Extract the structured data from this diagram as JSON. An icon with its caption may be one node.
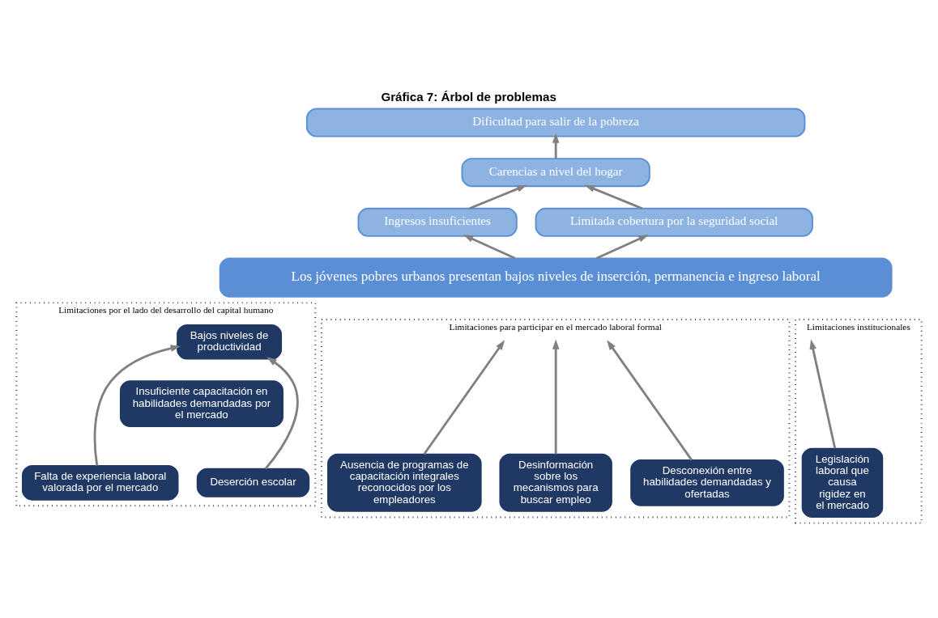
{
  "diagram": {
    "title": "Gráfica 7: Árbol de problemas",
    "nodes": [
      {
        "text": [
          "Dificultad para salir de la pobreza"
        ]
      },
      {
        "text": [
          "Carencias a nivel del hogar"
        ]
      },
      {
        "text": [
          "Ingresos insuficientes"
        ]
      },
      {
        "text": [
          "Limitada cobertura por la seguridad social"
        ]
      },
      {
        "text": [
          "Los jóvenes pobres urbanos presentan bajos niveles de inserción, permanencia e ingreso laboral"
        ]
      },
      {
        "text": [
          "Limitaciones por el lado del desarrollo del capital humano"
        ]
      },
      {
        "text": [
          "Bajos niveles de productividad"
        ],
        "in": 5
      },
      {
        "text": [
          "Insuficiente capacitación en habilidades demandadas por el mercado"
        ],
        "in": 5
      },
      {
        "text": [
          "Deserción escolar"
        ],
        "in": 5
      },
      {
        "text": [
          "Falta de experiencia laboral valorada por el mercado"
        ],
        "in": 5
      },
      {
        "text": [
          "Limitaciones para participar en el mercado laboral formal"
        ]
      },
      {
        "text": [
          "Desconexión entre habilidades demandadas y ofertadas"
        ],
        "in": 10
      },
      {
        "text": [
          "Desinformación sobre los mecanismos para buscar empleo"
        ],
        "in": 10
      },
      {
        "text": [
          "Ausencia de programas de capacitación integrales reconocidos por los empleadores"
        ],
        "in": 10
      },
      {
        "text": [
          "Limitaciones institucionales"
        ]
      },
      {
        "text": [
          "Legislación laboral que causa rigidez en el mercado"
        ],
        "in": 14
      }
    ],
    "edges": [
      {
        "from": 1,
        "to": 0,
        "arrow": "to"
      },
      {
        "from": 2,
        "to": 1,
        "arrow": "to"
      },
      {
        "from": 3,
        "to": 1,
        "arrow": "to"
      },
      {
        "from": 4,
        "to": 2,
        "arrow": "to"
      },
      {
        "from": 4,
        "to": 3,
        "arrow": "to"
      },
      {
        "from": 8,
        "to": 6,
        "arrow": "to"
      },
      {
        "from": 9,
        "to": 6,
        "arrow": "to"
      },
      {
        "from": 12,
        "to": null,
        "arrow": "to"
      },
      {
        "from": 11,
        "to": null,
        "arrow": "to"
      },
      {
        "from": 13,
        "to": null,
        "arrow": "to"
      },
      {
        "from": 15,
        "to": null,
        "arrow": "to"
      }
    ]
  }
}
